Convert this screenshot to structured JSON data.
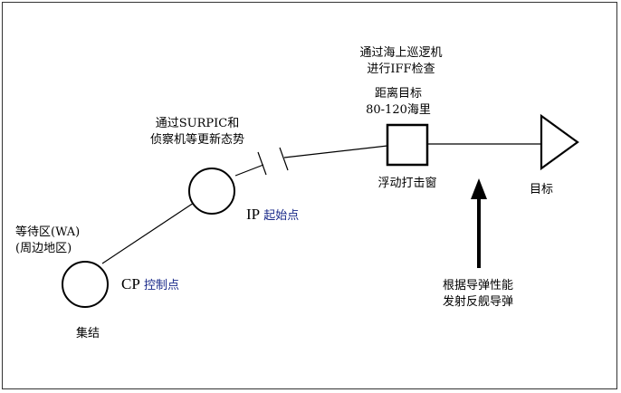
{
  "colors": {
    "line": "#000000",
    "accent_blue": "#1a2a8a",
    "frame": "#333333"
  },
  "labels": {
    "iff_line1": "通过海上巡逻机",
    "iff_line2": "进行IFF检查",
    "dist_line1": "距离目标",
    "dist_line2": "80-120海里",
    "surpic_line1": "通过SURPIC和",
    "surpic_line2": "侦察机等更新态势",
    "wa_line1": "等待区(WA)",
    "wa_line2": "(周边地区)",
    "ip_code": "IP",
    "ip_name": "起始点",
    "cp_code": "CP",
    "cp_name": "控制点",
    "assembly": "集结",
    "floating_window": "浮动打击窗",
    "target": "目标",
    "missile_line1": "根据导弹性能",
    "missile_line2": "发射反舰导弹"
  }
}
